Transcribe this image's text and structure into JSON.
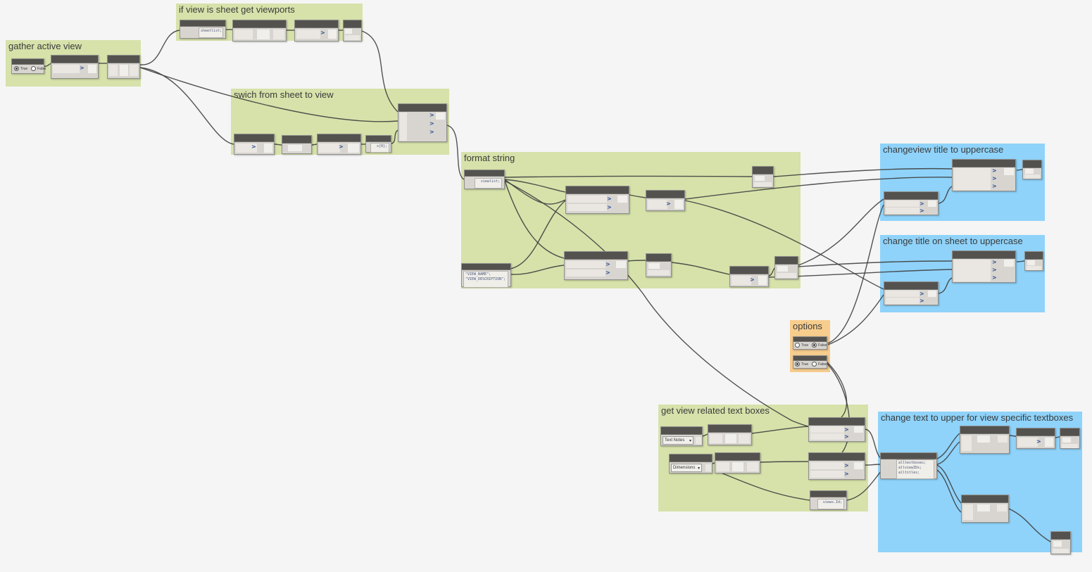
{
  "groups": [
    {
      "title": "gather active view",
      "color": "green"
    },
    {
      "title": "if view is sheet get viewports",
      "color": "green"
    },
    {
      "title": "swich from sheet to view",
      "color": "green"
    },
    {
      "title": "format string",
      "color": "green"
    },
    {
      "title": "changeview title to uppercase",
      "color": "blue"
    },
    {
      "title": "change title on sheet to uppercase",
      "color": "blue"
    },
    {
      "title": "options",
      "color": "orange"
    },
    {
      "title": "get view related text boxes",
      "color": "green"
    },
    {
      "title": "change text to upper for view specific textboxes",
      "color": "blue"
    }
  ],
  "code_blocks": {
    "sheetlist": "sheetlist;",
    "viewlist": "viewlist;",
    "view_params": [
      "\"VIEW_NAME\";",
      "\"VIEW_DESCRIPTION\";"
    ],
    "x0": "x[0];",
    "views_id": "views.Id;",
    "all_vars": [
      "alltextboxes;",
      "allviewIDs;",
      "alltitles;"
    ]
  },
  "booleans": {
    "gather": {
      "true_label": "True",
      "false_label": "False",
      "selected": "True"
    },
    "options_top": {
      "true_label": "True",
      "false_label": "False",
      "selected": "False"
    },
    "options_bottom": {
      "true_label": "True",
      "false_label": "False",
      "selected": "True"
    }
  },
  "dropdowns": {
    "text_notes": "Text Notes",
    "dimensions": "Dimensions"
  },
  "icons": {
    "list_glyph": ">",
    "dropdown_caret": "▾"
  },
  "colors": {
    "canvas": "#f5f5f5",
    "group_green": "#d6e2aa",
    "group_blue": "#8fd3fa",
    "group_orange": "#f7cd8d",
    "node_header": "#54524f",
    "node_body": "#d8d5d0",
    "port": "#eae7e2",
    "wire": "#3f3f3f",
    "code_text": "#4a5578",
    "list_glyph": "#2a4d8f"
  }
}
